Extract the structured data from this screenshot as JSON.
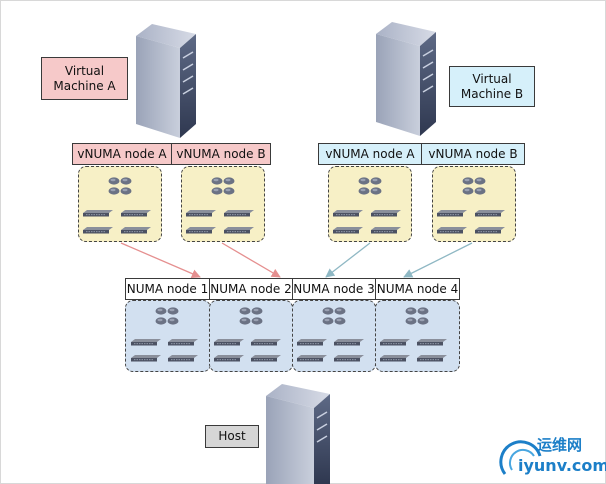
{
  "vm_a": {
    "label_line1": "Virtual",
    "label_line2": "Machine A"
  },
  "vm_b": {
    "label_line1": "Virtual",
    "label_line2": "Machine B"
  },
  "vm_a_nodes": [
    "vNUMA node A",
    "vNUMA node B"
  ],
  "vm_b_nodes": [
    "vNUMA node A",
    "vNUMA node B"
  ],
  "host_nodes": [
    "NUMA node 1",
    "NUMA node 2",
    "NUMA node 3",
    "NUMA node 4"
  ],
  "host": {
    "label": "Host"
  },
  "watermark": {
    "cn": "运维网",
    "url": "iyunv.com"
  },
  "colors": {
    "vm_a_fill": "#f6c9c9",
    "vm_b_fill": "#d6f0fa",
    "vnode_fill": "#f7f0c6",
    "host_node_fill": "#d2e0f0",
    "arrow_a": "#e58f8f",
    "arrow_b": "#8fb8c4",
    "watermark": "#1c7fc8"
  }
}
